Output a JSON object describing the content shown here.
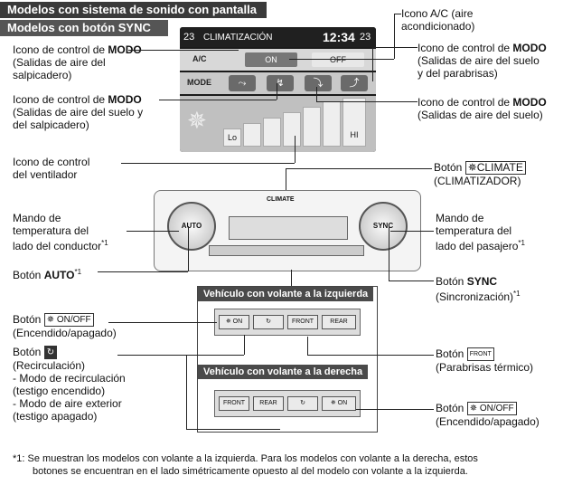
{
  "header": {
    "title": "Modelos con sistema de sonido con pantalla",
    "subtitle": "Modelos con botón SYNC"
  },
  "screen": {
    "temp_left": "23",
    "title": "CLIMATIZACIÓN",
    "time": "12:34",
    "temp_right": "23",
    "ac_label": "A/C",
    "on_label": "ON",
    "off_label": "OFF",
    "mode_label": "MODE",
    "fan_low": "Lo",
    "fan_high": "HI"
  },
  "labels": {
    "icono_ac_1": "Icono A/C (aire",
    "icono_ac_2": "acondicionado)",
    "modo_salp_1_pre": "Icono de control de ",
    "modo_bold": "MODO",
    "modo_salp_2": "(Salidas de aire del",
    "modo_salp_3": "salpicadero)",
    "modo_sp_2": "(Salidas de aire del suelo y",
    "modo_sp_3": "del salpicadero)",
    "modo_sparab_2": "(Salidas de aire del suelo",
    "modo_sparab_3": "y del parabrisas)",
    "modo_suelo_2": "(Salidas de aire del suelo)",
    "vent_1": "Icono de control",
    "vent_2": "del ventilador",
    "climate_pre": "Botón ",
    "climate_btn": "CLIMATE",
    "climate_2": "(CLIMATIZADOR)",
    "cond_1": "Mando de",
    "cond_2": "temperatura del",
    "cond_3": "lado del conductor",
    "pas_1": "Mando de",
    "pas_2": "temperatura del",
    "pas_3": "lado del pasajero",
    "sup": "*1",
    "auto_pre": "Botón ",
    "auto_bold": "AUTO",
    "sync_pre": "Botón ",
    "sync_bold": "SYNC",
    "sync_2": "(Sincronización)",
    "panel_auto": "AUTO",
    "panel_sync": "SYNC",
    "panel_climate": "CLIMATE",
    "left_hand": "Vehículo con volante a la izquierda",
    "right_hand": "Vehículo con volante a la derecha",
    "onoff_pre": "Botón ",
    "onoff_icon": "ON/OFF",
    "onoff_2": "(Encendido/apagado)",
    "recirc_pre": "Botón ",
    "recirc_2": "(Recirculación)",
    "recirc_3": "- Modo de recirculación",
    "recirc_4": "(testigo encendido)",
    "recirc_5": "- Modo de aire exterior",
    "recirc_6": "(testigo apagado)",
    "front_pre": "Botón ",
    "front_icon": "FRONT",
    "front_2": "(Parabrisas térmico)",
    "onoff2_2": "(Encendido/apagado)",
    "strip_rear": "REAR",
    "strip_front": "FRONT"
  },
  "footnote": {
    "mark": "*1:",
    "line1": "Se muestran los modelos con volante a la izquierda. Para los modelos con volante a la derecha, estos",
    "line2": "botones se encuentran en el lado simétricamente opuesto al del modelo con volante a la izquierda."
  }
}
